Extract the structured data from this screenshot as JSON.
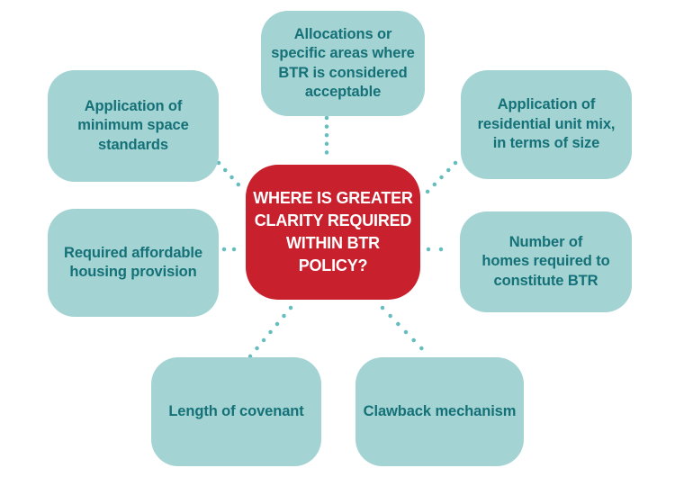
{
  "diagram": {
    "title": "BTR policy clarity mind map",
    "center": {
      "label": "WHERE IS GREATER\nCLARITY REQUIRED\nWITHIN BTR POLICY?"
    },
    "nodes": [
      {
        "id": "allocations",
        "label": "Allocations or\nspecific areas where\nBTR is considered\nacceptable",
        "position": "top"
      },
      {
        "id": "space-standards",
        "label": "Application of\nminimum space\nstandards",
        "position": "top-left"
      },
      {
        "id": "unit-mix",
        "label": "Application of\nresidential unit mix,\nin terms of size",
        "position": "top-right"
      },
      {
        "id": "affordable-housing",
        "label": "Required affordable\nhousing provision",
        "position": "mid-left"
      },
      {
        "id": "number-of-homes",
        "label": "Number of\nhomes required to\nconstitute BTR",
        "position": "mid-right"
      },
      {
        "id": "length-of-covenant",
        "label": "Length of covenant",
        "position": "bottom-left"
      },
      {
        "id": "clawback",
        "label": "Clawback mechanism",
        "position": "bottom-right"
      }
    ],
    "colors": {
      "background": "#FFFFFF",
      "center_bg": "#C9202D",
      "center_text": "#FFFFFF",
      "node_bg": "#A3D3D3",
      "node_text": "#147177",
      "connector_dot": "#66BDBF"
    }
  }
}
